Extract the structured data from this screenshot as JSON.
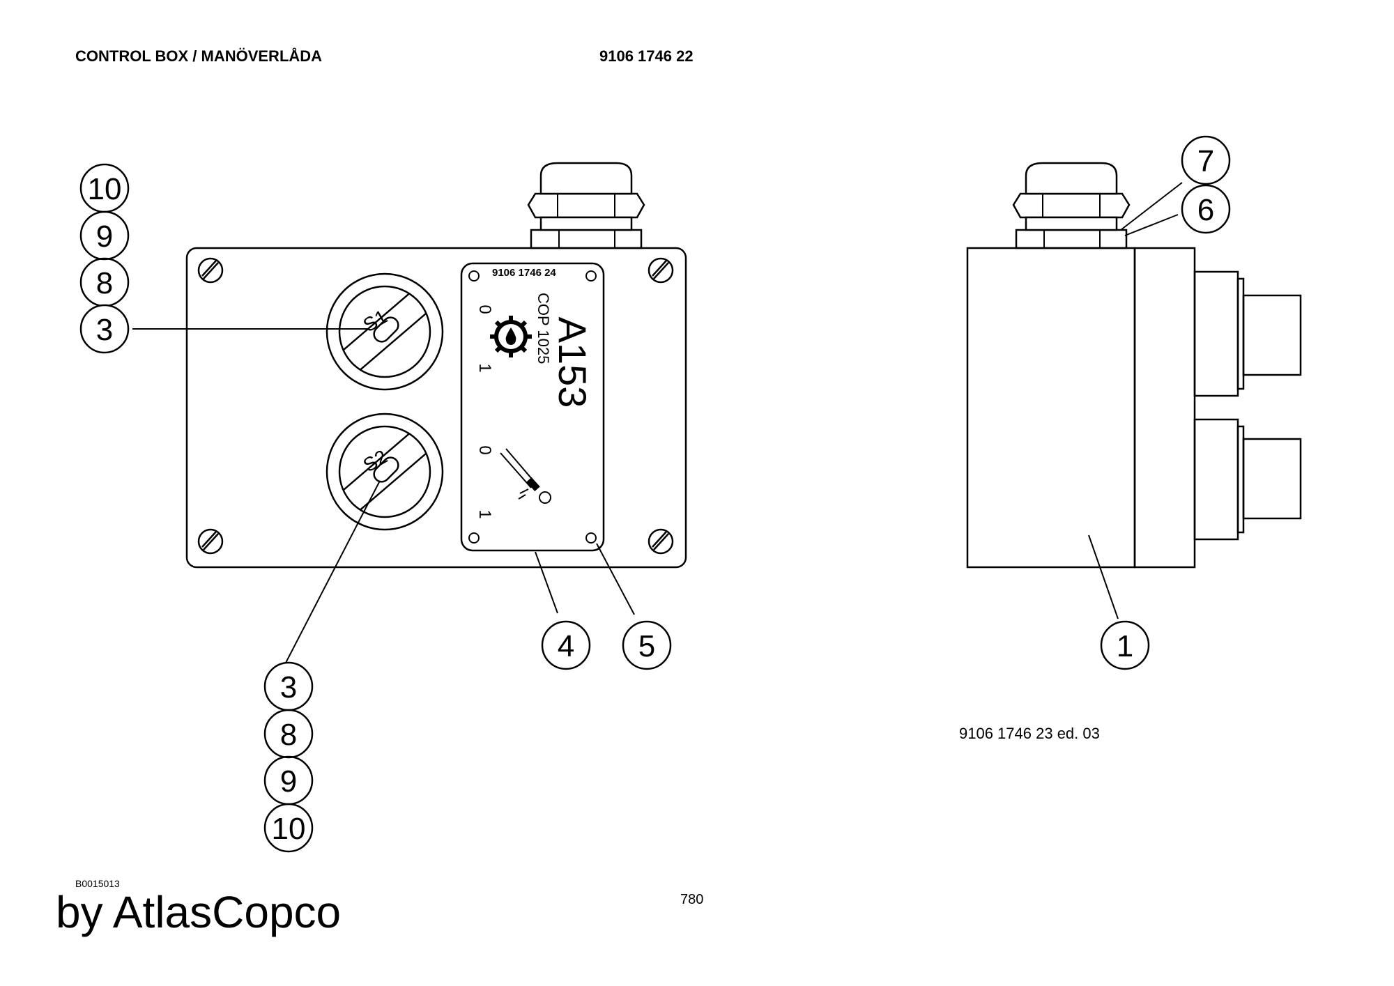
{
  "header": {
    "title": "CONTROL BOX / MANÖVERLÅDA",
    "part_number": "9106 1746 22"
  },
  "plate": {
    "part_number": "9106 1746 24",
    "model": "COP 1025",
    "designation": "A153",
    "pos_0": "0",
    "pos_1": "1"
  },
  "switches": {
    "s1": "S1",
    "s2": "S2"
  },
  "callouts": {
    "c1": "1",
    "c3": "3",
    "c4": "4",
    "c5": "5",
    "c6": "6",
    "c7": "7",
    "c8": "8",
    "c9": "9",
    "c10": "10"
  },
  "footer": {
    "image_ref": "B0015013",
    "brand": "by AtlasCopco",
    "page_number": "780",
    "drawing_number": "9106 1746 23 ed. 03"
  }
}
